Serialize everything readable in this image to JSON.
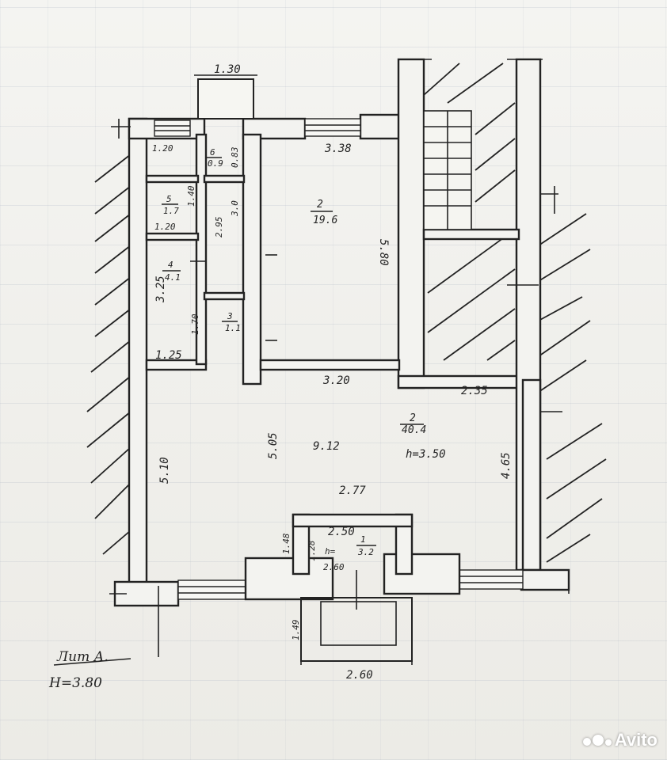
{
  "plan": {
    "dimensions": {
      "porch_top_width": "1.30",
      "room2_top": "3.38",
      "small_a": "1.20",
      "small_b": "0.9",
      "small_c": "0.83",
      "small_d": "1.40",
      "small_e": "2.95",
      "small_f": "3.0",
      "small_g": "1.20",
      "room2_side": "5.80",
      "room4_side": "3.25",
      "room3_side": "1.70",
      "room4_bottom": "1.25",
      "corridor": "3.20",
      "hall_right_top": "2.35",
      "hall_width": "9.12",
      "hall_depth_mid": "5.05",
      "hall_left": "5.10",
      "hall_right": "4.65",
      "entry_a": "2.77",
      "entry_b": "2.50",
      "entry_c": "1.48",
      "entry_d": "1.28",
      "entry_h": "2.60",
      "steps_depth": "1.49",
      "steps_width": "2.60"
    },
    "rooms": {
      "r2_num": "2",
      "r2_area": "19.6",
      "r4_num": "4",
      "r4_area": "4.1",
      "r5_num": "5",
      "r5_area": "1.7",
      "r3_num": "3",
      "r3_area": "1.1",
      "r6_num": "6",
      "r6_area": "0.9",
      "hall_num": "2",
      "hall_area": "40.4",
      "hall_height": "h=3.50",
      "entry_num": "1",
      "entry_area": "3.2",
      "entry_height_label": "h="
    },
    "caption": {
      "line1": "Лит А.",
      "line2": "H=3.80"
    }
  },
  "watermark": {
    "text": "Avito"
  }
}
